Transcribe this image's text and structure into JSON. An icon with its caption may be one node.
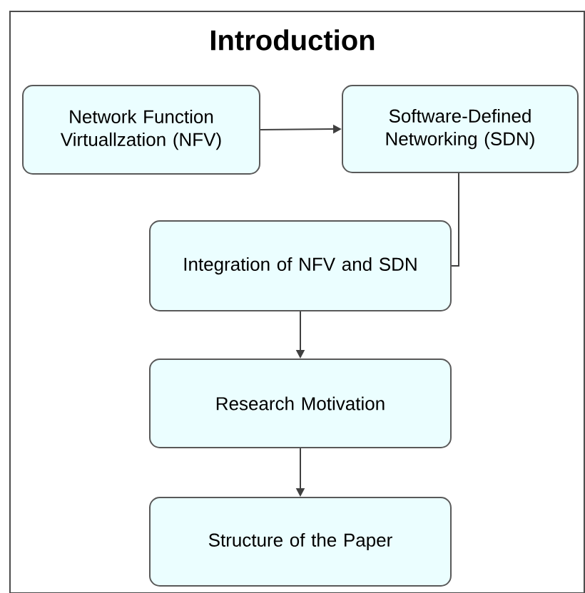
{
  "diagram": {
    "title": "Introduction",
    "nodes": [
      {
        "text": [
          "Network Function Virtuallzation (NFV)"
        ]
      },
      {
        "text": [
          "Software-Defined Networking (SDN)"
        ]
      },
      {
        "text": [
          "Integration of NFV and SDN"
        ]
      },
      {
        "text": [
          "Research Motivation"
        ]
      },
      {
        "text": [
          "Structure of the Paper"
        ]
      }
    ],
    "edges": [
      {
        "from": 0,
        "to": 1,
        "arrow": "to"
      },
      {
        "from": 1,
        "to": 2,
        "arrow": "none"
      },
      {
        "from": 2,
        "to": 3,
        "arrow": "to"
      },
      {
        "from": 3,
        "to": 4,
        "arrow": "to"
      }
    ]
  }
}
